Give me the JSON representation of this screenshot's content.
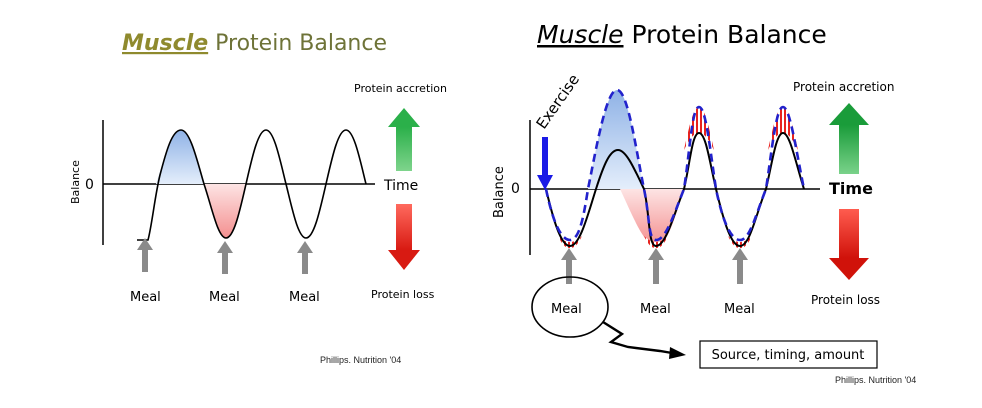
{
  "left_panel": {
    "title_muscle": "Muscle",
    "title_rest": " Protein Balance",
    "y_axis_label": "Balance",
    "zero_label": "0",
    "time_label": "Time",
    "accretion_label": "Protein accretion",
    "loss_label": "Protein loss",
    "meal_labels": [
      "Meal",
      "Meal",
      "Meal"
    ],
    "citation": "Phillips. Nutrition '04"
  },
  "right_panel": {
    "title_muscle": "Muscle",
    "title_rest": " Protein Balance",
    "y_axis_label": "Balance",
    "zero_label": "0",
    "time_label": "Time",
    "accretion_label": "Protein accretion",
    "loss_label": "Protein loss",
    "exercise_label": "Exercise",
    "meal_labels": [
      "Meal",
      "Meal",
      "Meal"
    ],
    "callout_text": "Source, timing, amount",
    "citation": "Phillips. Nutrition '04"
  },
  "colors": {
    "accretion_arrow": "#2bb04a",
    "loss_arrow": "#e8231f",
    "gain_fill": "#bcd3f0",
    "loss_fill": "#f6b8b8",
    "dashed_curve": "#2222cc",
    "exercise_arrow": "#1a1ae6",
    "meal_arrow": "#8a8a8a",
    "stripes": "#e8231f"
  }
}
